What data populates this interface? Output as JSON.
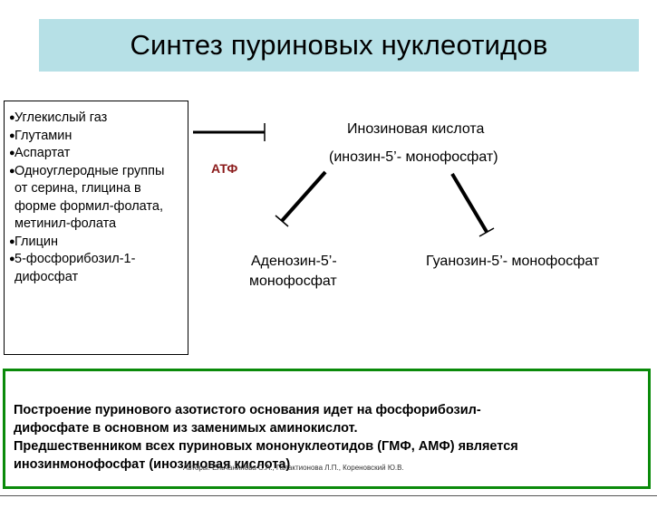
{
  "title": "Синтез пуриновых нуклеотидов",
  "sources": {
    "items": [
      "Углекислый газ",
      "Глутамин",
      "Аспартат",
      "Одноуглеродные группы от серина, глицина в форме формил-фолата, метинил-фолата",
      "Глицин",
      "5-фосфорибозил-1-дифосфат"
    ]
  },
  "diagram": {
    "atp_label": "АТФ",
    "imp_name": "Инозиновая кислота",
    "imp_alt": "(инозин-5’- монофосфат)",
    "amp_line1": "Аденозин-5’-",
    "amp_line2": "монофосфат",
    "gmp_name": "Гуанозин-5’- монофосфат"
  },
  "summary": {
    "line1": "Построение пуринового азотистого основания идет на фосфорибозил-",
    "line2": "дифосфате в основном из заменимых аминокислот.",
    "line3": "Предшественником всех пуриновых мононуклеотидов (ГМФ, АМФ) является",
    "line4": "инозинмонофосфат (инозиновая кислота)"
  },
  "footer": {
    "authors": "Авторы: Ельчанинова С.А., Галактионова Л.П., Кореновский Ю.В."
  }
}
